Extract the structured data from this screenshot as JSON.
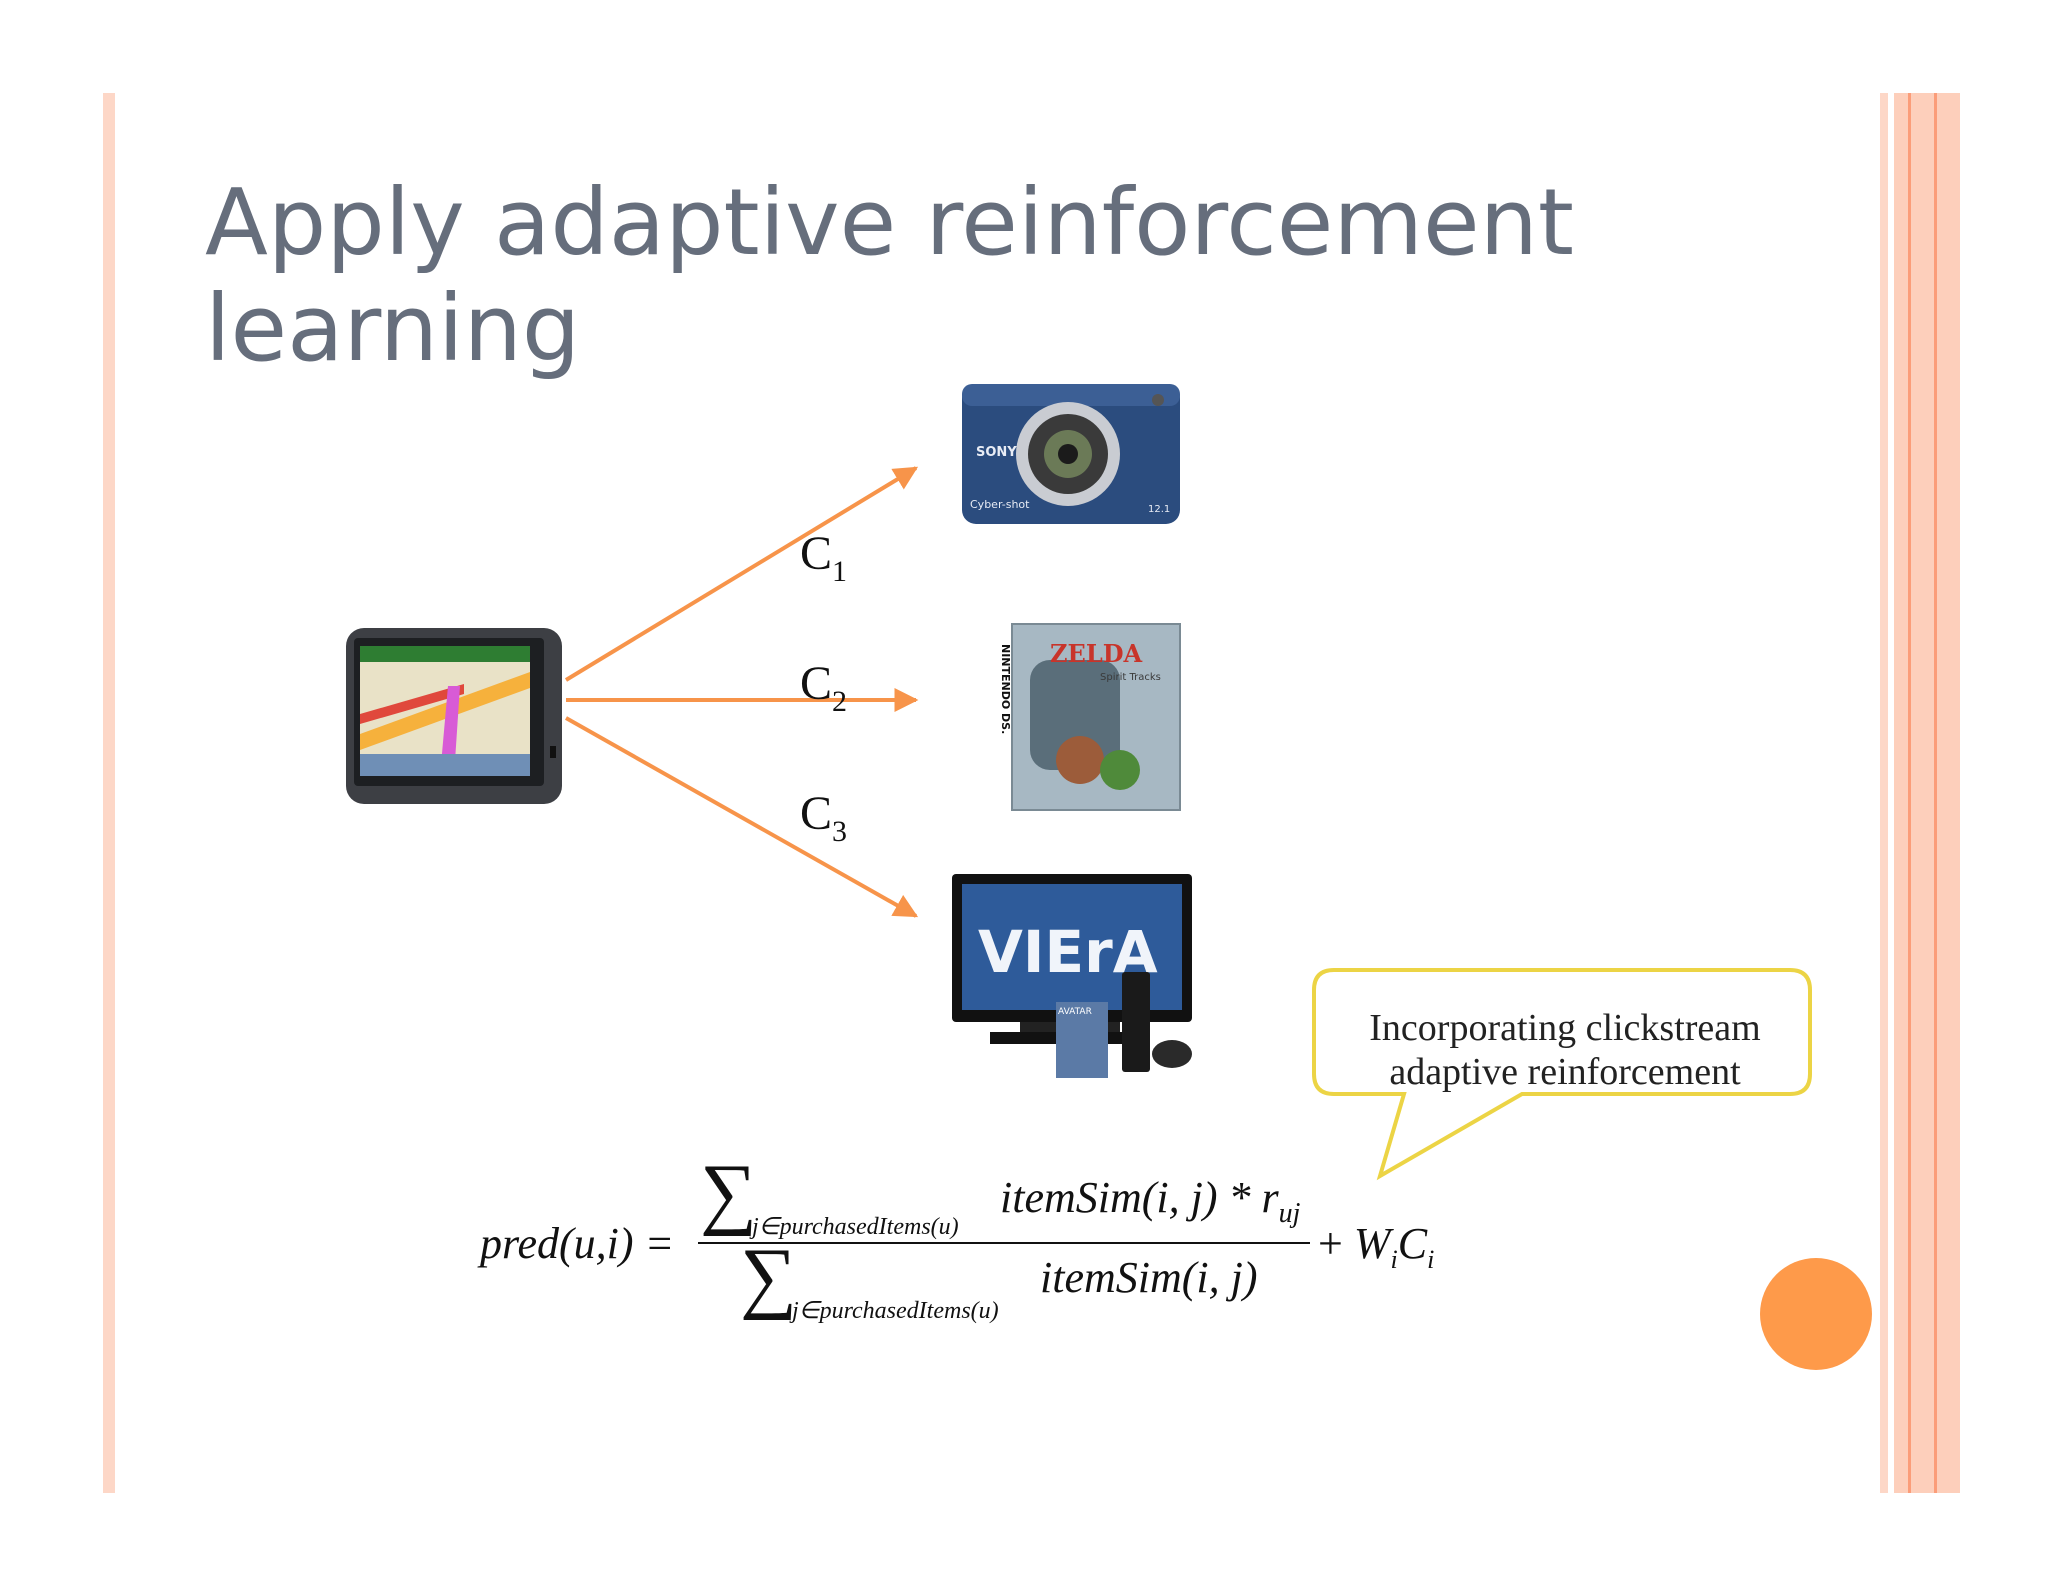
{
  "slide": {
    "title": "Apply adaptive reinforcement learning",
    "colors": {
      "accent": "#fe9a4a",
      "stripe": "#fdd0bd",
      "title": "#666e7c",
      "callout_border": "#ecd445"
    }
  },
  "diagram": {
    "source_image": "gps-navigator-icon",
    "targets": [
      {
        "icon": "digital-camera-icon",
        "brand_text": "SONY",
        "model_text": "Cyber-shot",
        "size_text": "12.1",
        "edge_label": "C",
        "edge_index": "1"
      },
      {
        "icon": "nintendo-ds-game-icon",
        "brand_text": "ZELDA",
        "model_text": "Spirit Tracks",
        "side_text": "NINTENDO DS.",
        "edge_label": "C",
        "edge_index": "2"
      },
      {
        "icon": "tv-game-console-icon",
        "brand_text": "VIErA",
        "model_text": "AVATAR",
        "edge_label": "C",
        "edge_index": "3"
      }
    ]
  },
  "callout": {
    "line1": "Incorporating clickstream",
    "line2": "adaptive reinforcement"
  },
  "formula": {
    "lhs": "pred(u,i) =",
    "sum_symbol": "∑",
    "numerator_subscript": "j∈purchasedItems(u)",
    "numerator_term": "itemSim(i, j) * r",
    "numerator_term_sub": "uj",
    "denominator_subscript": "j∈purchasedItems(u)",
    "denominator_term": "itemSim(i, j)",
    "plus": "+",
    "weight": "W",
    "weight_sub": "i",
    "coef": "C",
    "coef_sub": "i"
  }
}
